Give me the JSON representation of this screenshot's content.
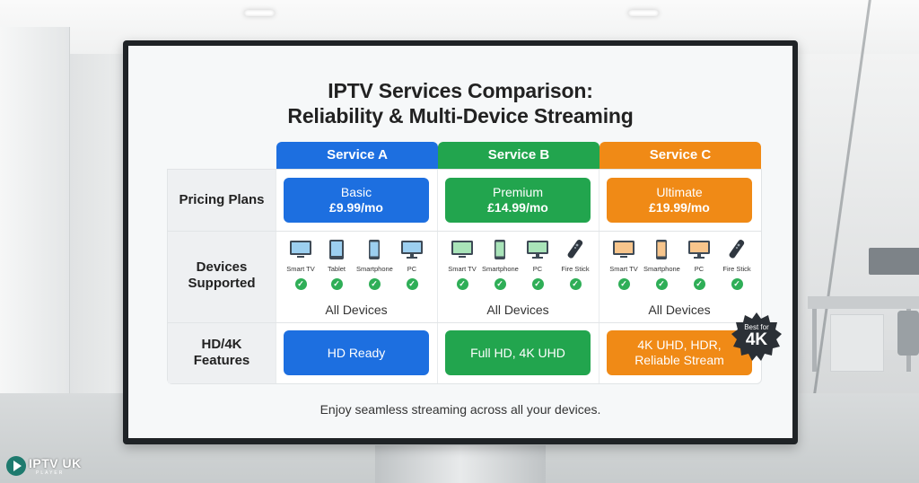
{
  "title_line1": "IPTV Services Comparison:",
  "title_line2": "Reliability & Multi-Device Streaming",
  "colors": {
    "service_a": "#1d6fe0",
    "service_b": "#22a54e",
    "service_c": "#f08a16",
    "check": "#2fae57"
  },
  "services": [
    {
      "name": "Service A",
      "plan": "Basic",
      "price": "£9.99/mo",
      "features": [
        "HD Ready"
      ],
      "devices": [
        "Smart TV",
        "Tablet",
        "Smartphone",
        "PC"
      ],
      "all_devices": "All Devices"
    },
    {
      "name": "Service B",
      "plan": "Premium",
      "price": "£14.99/mo",
      "features": [
        "Full HD, 4K UHD"
      ],
      "devices": [
        "Smart TV",
        "Smartphone",
        "PC",
        "Fire Stick"
      ],
      "all_devices": "All Devices"
    },
    {
      "name": "Service C",
      "plan": "Ultimate",
      "price": "£19.99/mo",
      "features": [
        "4K UHD, HDR,",
        "Reliable Stream"
      ],
      "devices": [
        "Smart TV",
        "Smartphone",
        "PC",
        "Fire Stick"
      ],
      "all_devices": "All Devices"
    }
  ],
  "rows": {
    "pricing": "Pricing Plans",
    "devices_line1": "Devices",
    "devices_line2": "Supported",
    "hd_line1": "HD/4K",
    "hd_line2": "Features"
  },
  "badge": {
    "line1": "Best for",
    "line2": "4K"
  },
  "footer": "Enjoy seamless streaming across all your devices.",
  "logo": {
    "text": "IPTV UK",
    "sub": "PLAYER"
  }
}
